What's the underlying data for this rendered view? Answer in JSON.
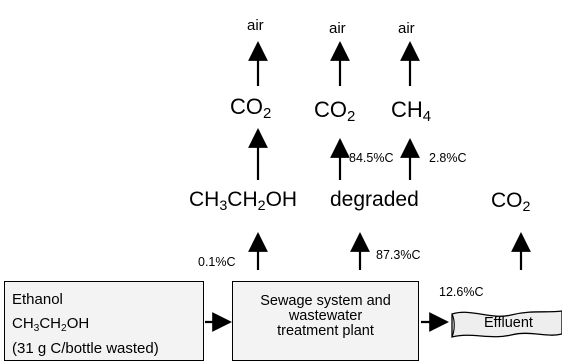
{
  "diagram": {
    "top_row": {
      "air_1": "air",
      "air_2": "air",
      "air_3": "air"
    },
    "middle_row": {
      "co2_1": {
        "base": "CO",
        "sub": "2"
      },
      "co2_2": {
        "base": "CO",
        "sub": "2"
      },
      "ch4": {
        "base": "CH",
        "sub": "4"
      }
    },
    "compound_row": {
      "ethanol": {
        "p1": "CH",
        "s1": "3",
        "p2": "CH",
        "s2": "2",
        "p3": "OH"
      },
      "degraded": "degraded",
      "co2": {
        "base": "CO",
        "sub": "2"
      }
    },
    "percentages": {
      "to_ch4_co2": "84.5%C",
      "to_ch4": "2.8%C",
      "ethanol_evaporated": "0.1%C",
      "degraded_fraction": "87.3%C",
      "effluent_fraction": "12.6%C"
    },
    "boxes": {
      "ethanol_source": {
        "line1": "Ethanol",
        "formula": {
          "p1": "CH",
          "s1": "3",
          "p2": "CH",
          "s2": "2",
          "p3": "OH"
        },
        "line3": "(31 g C/bottle wasted)"
      },
      "sewage": {
        "line1": "Sewage system and",
        "line2": "wastewater",
        "line3": "treatment plant"
      },
      "effluent": "Effluent"
    },
    "colors": {
      "box_fill": "#f3f3f3",
      "stroke": "#000000",
      "effluent_fill": "#eeeeee"
    }
  }
}
